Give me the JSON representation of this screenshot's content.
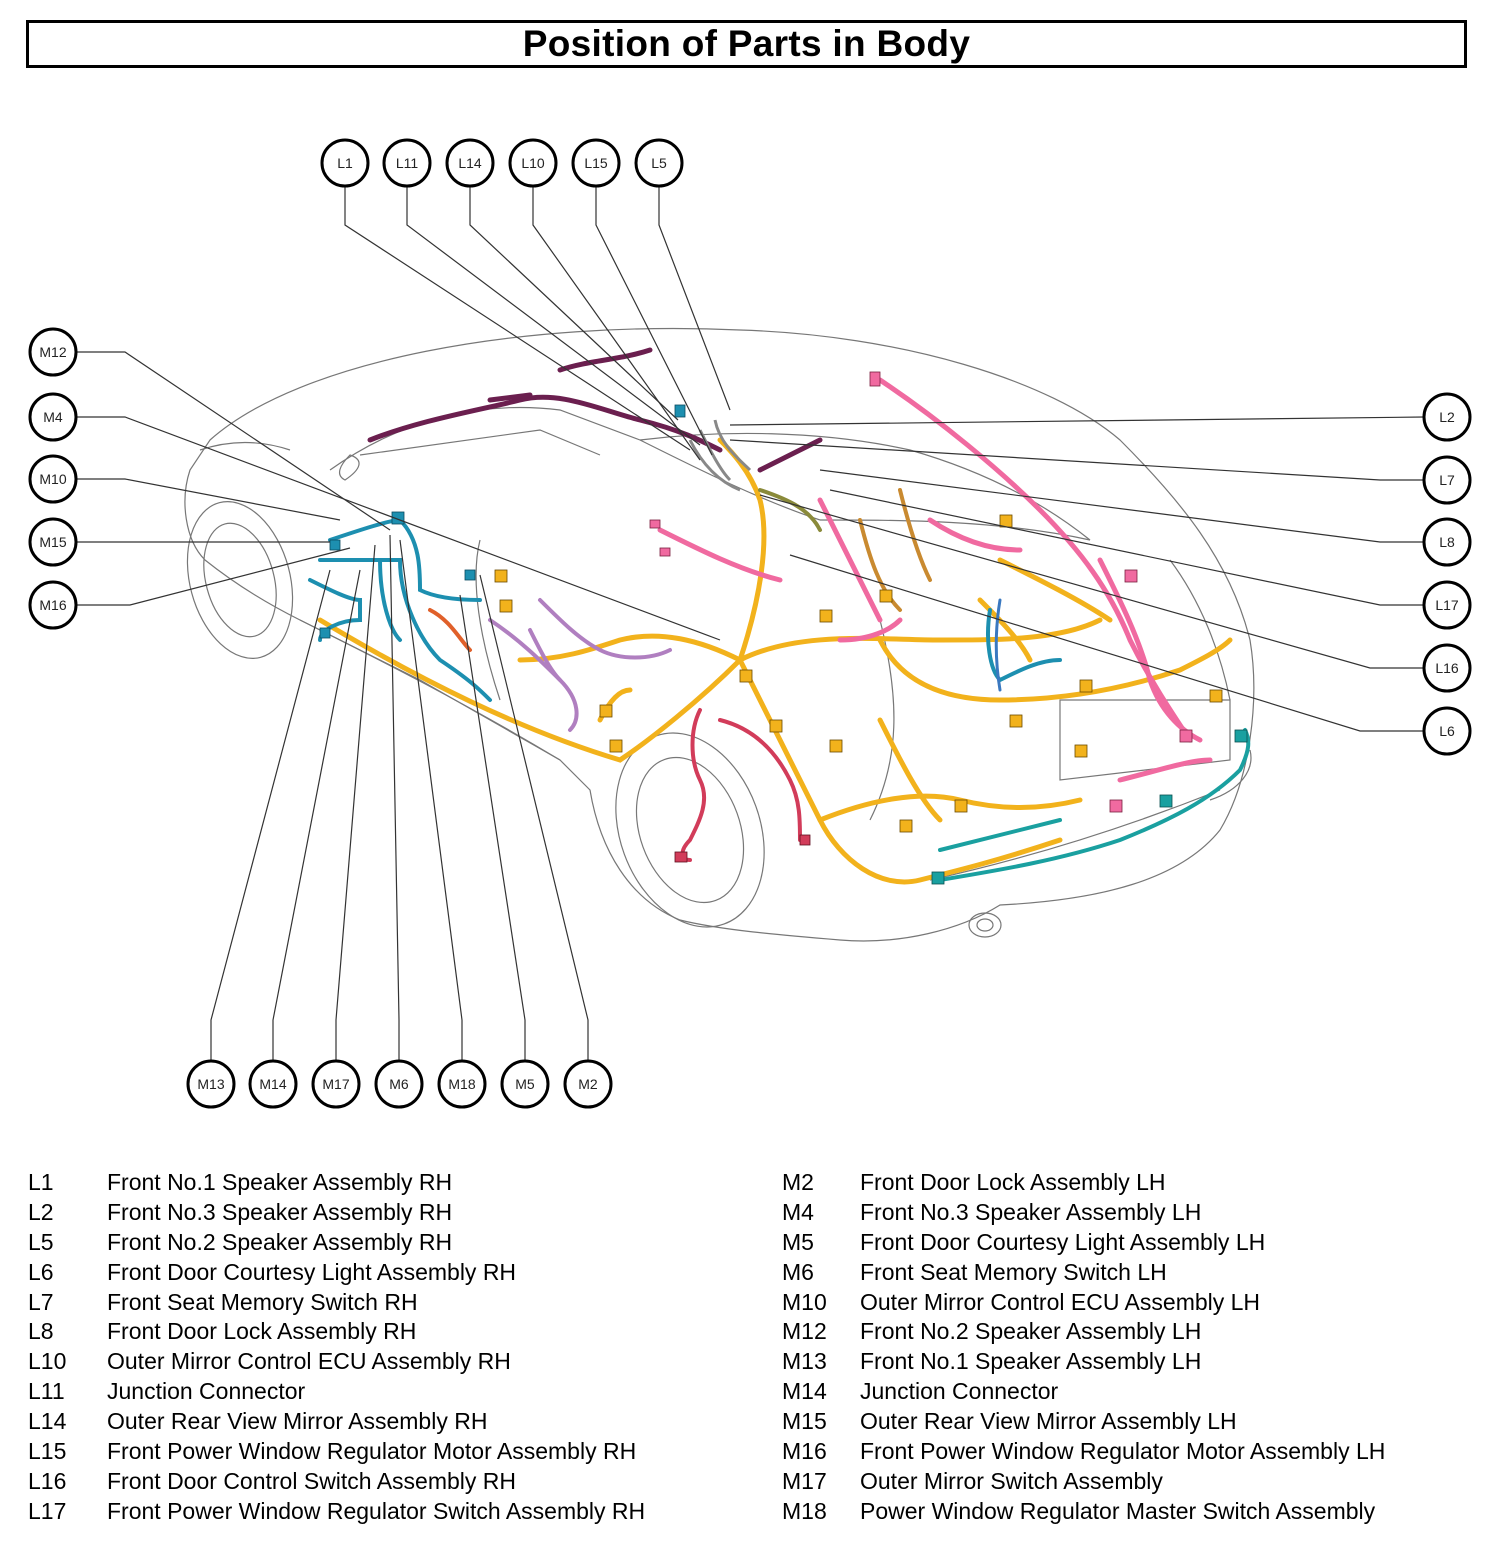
{
  "title": "Position of Parts in Body",
  "callouts": {
    "L1": "L1",
    "L11": "L11",
    "L14": "L14",
    "L10": "L10",
    "L15": "L15",
    "L5": "L5",
    "M12": "M12",
    "M4": "M4",
    "M10": "M10",
    "M15": "M15",
    "M16": "M16",
    "L2": "L2",
    "L7": "L7",
    "L8": "L8",
    "L17": "L17",
    "L16": "L16",
    "L6": "L6",
    "M13": "M13",
    "M14": "M14",
    "M17": "M17",
    "M6": "M6",
    "M18": "M18",
    "M5": "M5",
    "M2": "M2"
  },
  "legend_left": [
    {
      "code": "L1",
      "name": "Front No.1 Speaker Assembly RH"
    },
    {
      "code": "L2",
      "name": "Front No.3 Speaker Assembly RH"
    },
    {
      "code": "L5",
      "name": "Front No.2 Speaker Assembly RH"
    },
    {
      "code": "L6",
      "name": "Front Door Courtesy Light Assembly RH"
    },
    {
      "code": "L7",
      "name": "Front Seat Memory Switch RH"
    },
    {
      "code": "L8",
      "name": "Front Door Lock Assembly RH"
    },
    {
      "code": "L10",
      "name": "Outer Mirror Control ECU Assembly RH"
    },
    {
      "code": "L11",
      "name": "Junction Connector"
    },
    {
      "code": "L14",
      "name": "Outer Rear View Mirror Assembly RH"
    },
    {
      "code": "L15",
      "name": "Front Power Window Regulator Motor Assembly RH"
    },
    {
      "code": "L16",
      "name": "Front Door Control Switch Assembly RH"
    },
    {
      "code": "L17",
      "name": "Front Power Window Regulator Switch Assembly RH"
    }
  ],
  "legend_right": [
    {
      "code": "M2",
      "name": "Front Door Lock Assembly LH"
    },
    {
      "code": "M4",
      "name": "Front No.3 Speaker Assembly LH"
    },
    {
      "code": "M5",
      "name": "Front Door Courtesy Light Assembly LH"
    },
    {
      "code": "M6",
      "name": "Front Seat Memory Switch LH"
    },
    {
      "code": "M10",
      "name": "Outer Mirror Control ECU Assembly LH"
    },
    {
      "code": "M12",
      "name": "Front No.2 Speaker Assembly LH"
    },
    {
      "code": "M13",
      "name": "Front No.1 Speaker Assembly LH"
    },
    {
      "code": "M14",
      "name": "Junction Connector"
    },
    {
      "code": "M15",
      "name": "Outer Rear View Mirror Assembly LH"
    },
    {
      "code": "M16",
      "name": "Front Power Window Regulator Motor Assembly LH"
    },
    {
      "code": "M17",
      "name": "Outer Mirror Switch Assembly"
    },
    {
      "code": "M18",
      "name": "Power Window Regulator Master Switch Assembly"
    }
  ],
  "harness_colors": {
    "floor": "#f2b21c",
    "door_lh": "#1d8fb0",
    "door_rh": "#f06aa0",
    "roof": "#6b1f4f",
    "seat": "#b07fc0",
    "rear": "#1aa0a0",
    "cowl": "#c98a30",
    "red": "#d23c5a",
    "blue": "#3a78c0",
    "olive": "#8a8a3a",
    "orange": "#e0602a"
  }
}
